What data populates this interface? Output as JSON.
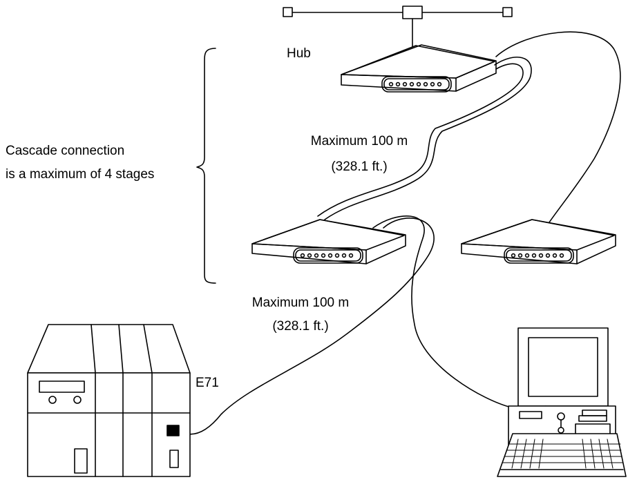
{
  "labels": {
    "hub": "Hub",
    "cascade_line1": "Cascade connection",
    "cascade_line2": "is a maximum of 4 stages",
    "max_upper_line1": "Maximum 100 m",
    "max_upper_line2": "(328.1 ft.)",
    "max_lower_line1": "Maximum 100 m",
    "max_lower_line2": "(328.1 ft.)",
    "e71": "E71"
  },
  "colors": {
    "line": "#000000",
    "background": "#ffffff"
  }
}
